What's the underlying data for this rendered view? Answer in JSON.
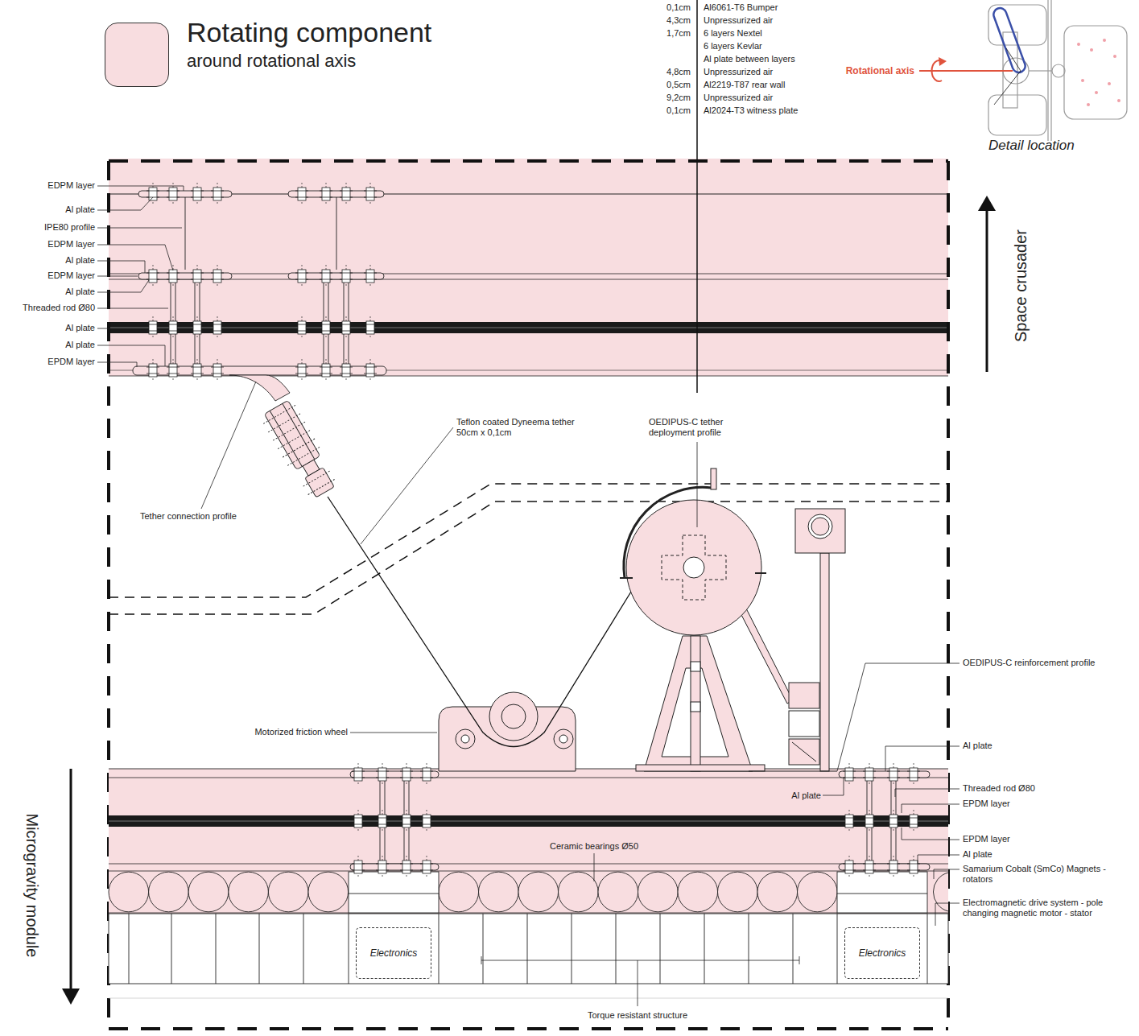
{
  "diagram": {
    "nodes": [
      {
        "text": [
          "Electronics"
        ]
      },
      {
        "text": [
          "Electronics"
        ]
      }
    ],
    "labels": [
      "0,1cm",
      "Al6061-T6 Bumper",
      "4,3cm",
      "Unpressurized air",
      "1,7cm",
      "6 layers Nextel",
      "6 layers Kevlar",
      "Al plate between layers",
      "4,8cm",
      "Unpressurized air",
      "0,5cm",
      "Al2219-T87 rear wall",
      "9,2cm",
      "Unpressurized air",
      "0,1cm",
      "Al2024-T3 witness plate",
      "around rotational axis",
      "Rotational axis",
      "Detail location",
      "EDPM layer",
      "Al plate",
      "IPE80 profile",
      "EDPM layer",
      "Al plate",
      "EDPM layer",
      "Al plate",
      "Threaded rod Ø80",
      "Al plate",
      "Al plate",
      "EPDM layer",
      "Space crusader",
      "Tether connection profile",
      "Teflon coated Dyneema tether 50cm x 0,1cm",
      "OEDIPUS-C tether deployment profile",
      "OEDIPUS-C reinforcement profile",
      "Motorized friction wheel",
      "Al plate",
      "Al plate",
      "Threaded rod Ø80",
      "EPDM layer",
      "EPDM layer",
      "Ceramic bearings Ø50",
      "Al plate",
      "Samarium Cobalt (SmCo) Magnets - rotators",
      "Electromagnetic drive system - pole changing magnetic motor - stator",
      "Microgravity module",
      "Torque resistant structure"
    ],
    "legend": [
      {
        "text": "Rotating component",
        "color": "#f8dde0"
      }
    ]
  }
}
